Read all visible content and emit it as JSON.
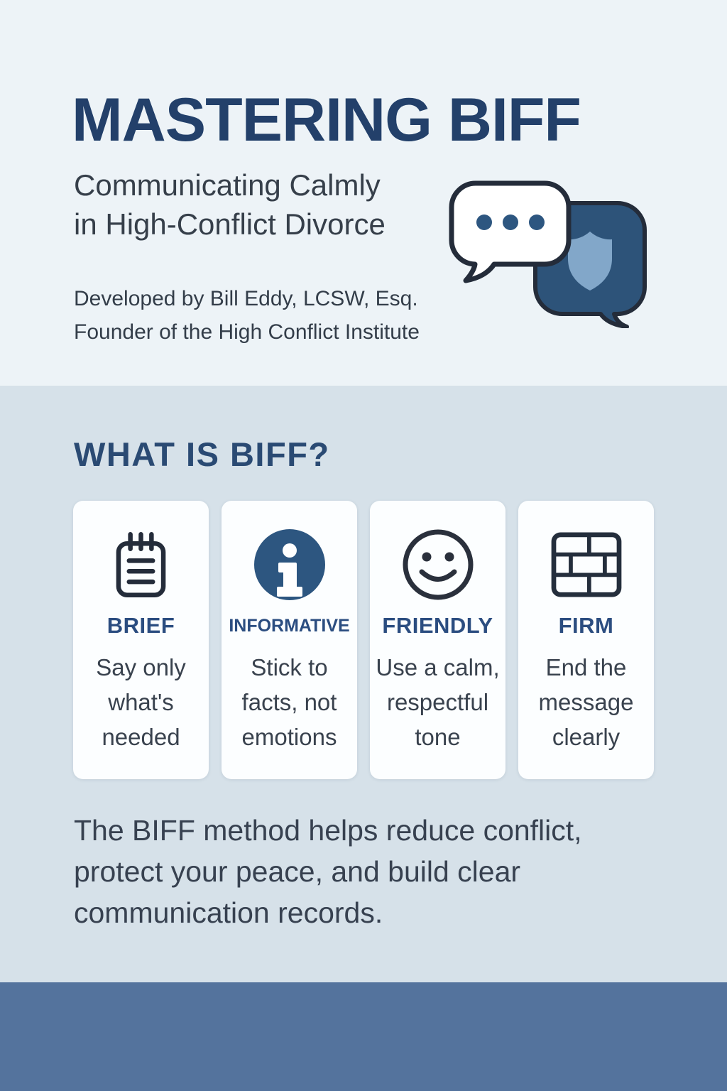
{
  "header": {
    "title": "MASTERING BIFF",
    "subtitle": "Communicating Calmly\nin High-Conflict Divorce",
    "attribution": "Developed by Bill Eddy, LCSW, Esq.\nFounder of the High Conflict Institute",
    "icon": "chat-bubbles-shield-icon"
  },
  "what_is_biff": {
    "heading": "WHAT IS BIFF?",
    "cards": [
      {
        "icon": "notepad-icon",
        "title": "BRIEF",
        "description": "Say only what's needed"
      },
      {
        "icon": "info-circle-icon",
        "title": "INFORMATIVE",
        "description": "Stick to facts, not emotions"
      },
      {
        "icon": "smiley-face-icon",
        "title": "FRIENDLY",
        "description": "Use a calm, respectful tone"
      },
      {
        "icon": "brick-wall-icon",
        "title": "FIRM",
        "description": "End the message clearly"
      }
    ],
    "summary": "The BIFF method helps reduce conflict, protect your peace, and build clear communication records."
  },
  "colors": {
    "title_navy": "#23406a",
    "accent_blue": "#2d5680",
    "bubble_dark": "#2d5379",
    "shield_light": "#82a7c9",
    "icon_stroke": "#242c3a",
    "bg_top": "#edf3f7",
    "bg_middle": "#d6e1e9",
    "footer_bar": "#54739d",
    "card_bg": "#fcfeff",
    "body_text": "#39424e"
  }
}
